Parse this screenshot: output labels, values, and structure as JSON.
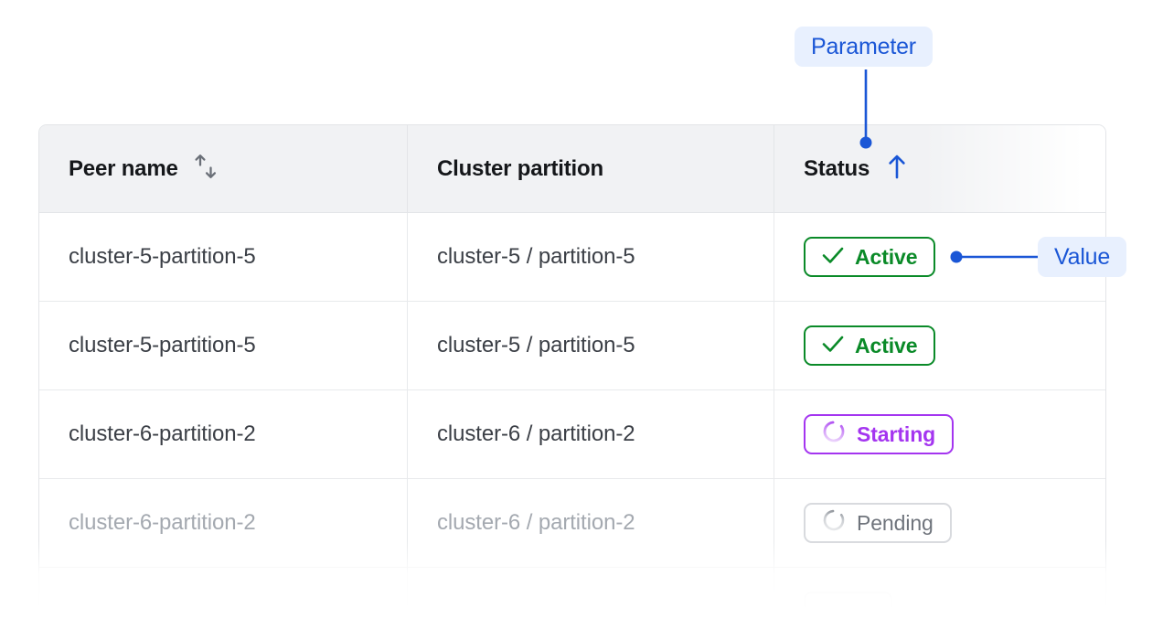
{
  "table": {
    "columns": [
      {
        "key": "peer_name",
        "label": "Peer name",
        "sort_icon": "sort-updown-icon",
        "sorted": false
      },
      {
        "key": "cluster_partition",
        "label": "Cluster partition",
        "sort_icon": null,
        "sorted": false
      },
      {
        "key": "status",
        "label": "Status",
        "sort_icon": "sort-up-icon",
        "sorted": true
      }
    ],
    "rows": [
      {
        "peer_name": "cluster-5-partition-5",
        "cluster_partition": "cluster-5 / partition-5",
        "status": "Active",
        "status_kind": "active",
        "dimmed": false
      },
      {
        "peer_name": "cluster-5-partition-5",
        "cluster_partition": "cluster-5 / partition-5",
        "status": "Active",
        "status_kind": "active",
        "dimmed": false
      },
      {
        "peer_name": "cluster-6-partition-2",
        "cluster_partition": "cluster-6 / partition-2",
        "status": "Starting",
        "status_kind": "starting",
        "dimmed": false
      },
      {
        "peer_name": "cluster-6-partition-2",
        "cluster_partition": "cluster-6 / partition-2",
        "status": "Pending",
        "status_kind": "pending",
        "dimmed": true
      }
    ]
  },
  "annotations": {
    "parameter": {
      "label": "Parameter",
      "target": "status-column-header"
    },
    "value": {
      "label": "Value",
      "target": "status-badge-row-1"
    }
  },
  "colors": {
    "accent_blue": "#1a56d6",
    "annotation_bg": "#e8f0fe",
    "active_green": "#0a8a28",
    "starting_purple": "#a435f0",
    "pending_gray": "#80858d",
    "header_bg": "#f1f2f4",
    "border": "#e3e5e8",
    "text": "#3b3f46",
    "text_dim": "#a4a9b0",
    "heading": "#15171a"
  }
}
